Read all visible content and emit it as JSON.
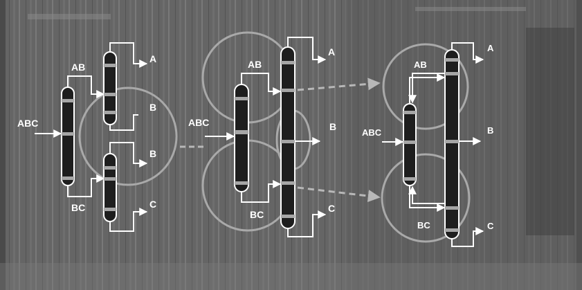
{
  "stages": [
    {
      "feed": "ABC",
      "top_cut": "AB",
      "bottom_cut": "BC",
      "products": [
        "A",
        "B",
        "B",
        "C"
      ]
    },
    {
      "feed": "ABC",
      "top_cut": "AB",
      "bottom_cut": "BC",
      "products": [
        "A",
        "B",
        "C"
      ]
    },
    {
      "feed": "ABC",
      "top_cut": "AB",
      "bottom_cut": "BC",
      "products": [
        "A",
        "B",
        "C"
      ]
    }
  ],
  "colors": {
    "column_fill": "#1e1e1e",
    "column_outline": "#ffffff",
    "tray_band": "#a6a6a6",
    "lines": "#ffffff",
    "highlight_circle": "#a9a9a9",
    "transition_arrow": "#b8b8b8"
  }
}
